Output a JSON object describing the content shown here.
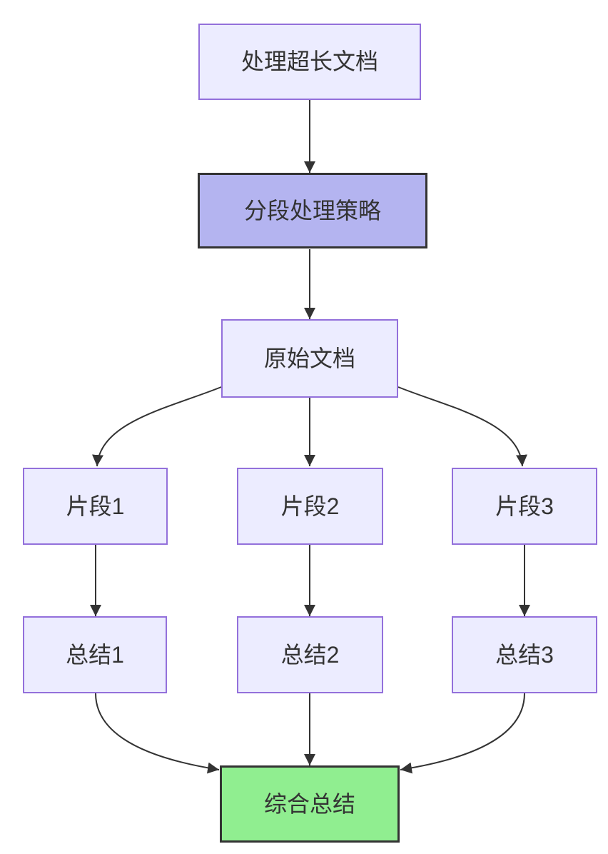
{
  "diagram": {
    "type": "flowchart",
    "direction": "top-down",
    "background": "#ffffff",
    "colors": {
      "background": "#ffffff",
      "node_fill": "#ECECFF",
      "node_border": "#9370DB",
      "highlight_fill": "#B4B4F0",
      "highlight_border": "#333333",
      "success_fill": "#90EE90",
      "success_border": "#333333",
      "edge_color": "#333333",
      "text_color": "#333333"
    },
    "nodes": {
      "start": {
        "label": "处理超长文档",
        "style": "default"
      },
      "strategy": {
        "label": "分段处理策略",
        "style": "highlight"
      },
      "original": {
        "label": "原始文档",
        "style": "default"
      },
      "frag1": {
        "label": "片段1",
        "style": "default"
      },
      "frag2": {
        "label": "片段2",
        "style": "default"
      },
      "frag3": {
        "label": "片段3",
        "style": "default"
      },
      "sum1": {
        "label": "总结1",
        "style": "default"
      },
      "sum2": {
        "label": "总结2",
        "style": "default"
      },
      "sum3": {
        "label": "总结3",
        "style": "default"
      },
      "final": {
        "label": "综合总结",
        "style": "success"
      }
    },
    "edges": [
      {
        "from": "start",
        "to": "strategy",
        "arrow": true
      },
      {
        "from": "strategy",
        "to": "original",
        "arrow": true
      },
      {
        "from": "original",
        "to": "frag1",
        "arrow": true
      },
      {
        "from": "original",
        "to": "frag2",
        "arrow": true
      },
      {
        "from": "original",
        "to": "frag3",
        "arrow": true
      },
      {
        "from": "frag1",
        "to": "sum1",
        "arrow": true
      },
      {
        "from": "frag2",
        "to": "sum2",
        "arrow": true
      },
      {
        "from": "frag3",
        "to": "sum3",
        "arrow": true
      },
      {
        "from": "sum1",
        "to": "final",
        "arrow": true
      },
      {
        "from": "sum2",
        "to": "final",
        "arrow": true
      },
      {
        "from": "sum3",
        "to": "final",
        "arrow": true
      }
    ]
  }
}
